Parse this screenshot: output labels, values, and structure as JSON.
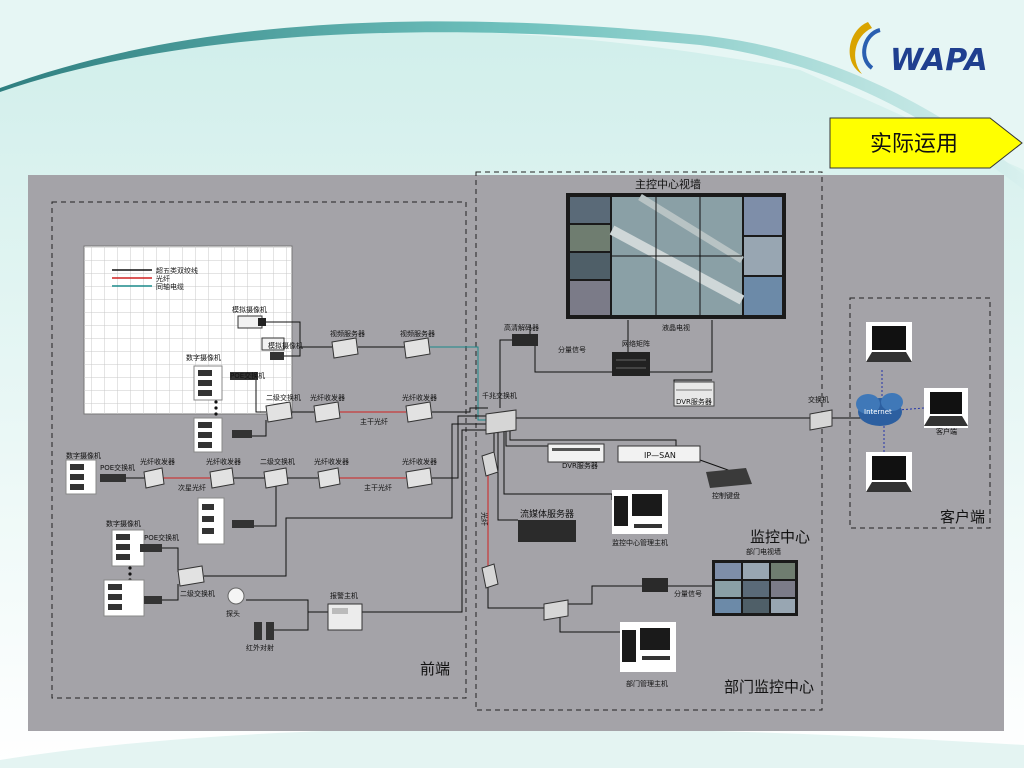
{
  "logo": {
    "text": "WAPA"
  },
  "banner": {
    "text": "实际运用"
  },
  "regions": {
    "front": "前端",
    "monitor": "监控中心",
    "dept": "部门监控中心",
    "client": "客户端"
  },
  "legend": {
    "items": [
      {
        "label": "超五类双绞线",
        "color": "#111111"
      },
      {
        "label": "光纤",
        "color": "#d02020"
      },
      {
        "label": "同轴电缆",
        "color": "#1a8a8a"
      }
    ]
  },
  "labels": {
    "video_wall_title": "主控中心视墙",
    "lcd_tv": "液晶电视",
    "decoder": "高清解码器",
    "split_signal_1": "分量信号",
    "matrix": "网络矩阵",
    "dvr_server_1": "DVR服务器",
    "gigabit_switch": "千兆交换机",
    "dvr_server_2": "DVR服务器",
    "ip_san": "IP—SAN",
    "control_keyboard": "控制键盘",
    "stream_server": "流媒体服务器",
    "center_host": "监控中心管理主机",
    "fiber_v": "光纤",
    "dept_wall": "部门电视墙",
    "split_signal_2": "分量信号",
    "dept_host": "部门管理主机",
    "switch_right": "交换机",
    "internet": "Internet",
    "client_label": "客户端",
    "analog_cam_1": "模拟摄像机",
    "analog_cam_2": "模拟摄像机",
    "video_server_1": "视频服务器",
    "video_server_2": "视频服务器",
    "digital_cam_1": "数字摄像机",
    "poe_switch_1": "POE交换机",
    "l2_switch_1": "二级交换机",
    "fiber_tx_1": "光纤收发器",
    "fiber_tx_2": "光纤收发器",
    "trunk_fiber_1": "主干光纤",
    "digital_cam_2": "数字摄像机",
    "poe_switch_2": "POE交换机",
    "fiber_tx_3": "光纤收发器",
    "fiber_tx_4": "光纤收发器",
    "l2_switch_2": "二级交换机",
    "fiber_tx_5": "光纤收发器",
    "fiber_tx_6": "光纤收发器",
    "sub_fiber": "次星光纤",
    "trunk_fiber_2": "主干光纤",
    "digital_cam_3": "数字摄像机",
    "poe_switch_3": "POE交换机",
    "l2_switch_3": "二级交换机",
    "detector": "探头",
    "alarm_host": "报警主机",
    "infrared": "红外对射"
  },
  "colors": {
    "panel": "#a4a3a8",
    "copper": "#111111",
    "fiber": "#d02020",
    "coax": "#1a8a8a",
    "banner": "#ffff00",
    "logo": "#1f3f8f"
  }
}
